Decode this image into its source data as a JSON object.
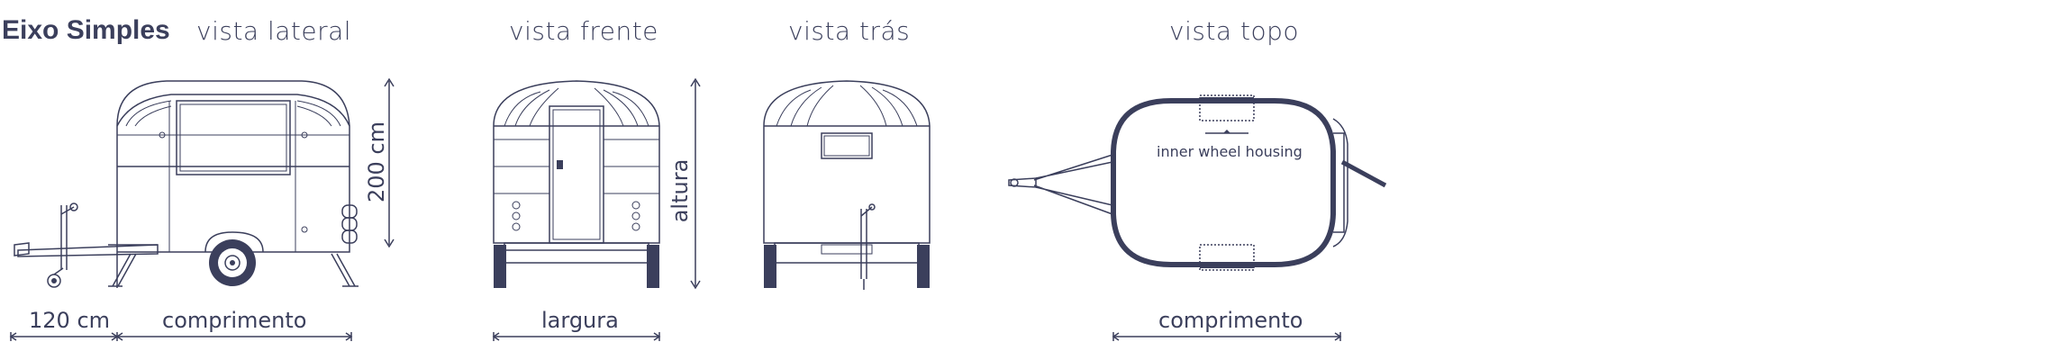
{
  "header": {
    "title": "Eixo Simples"
  },
  "views": {
    "side": "vista lateral",
    "front": "vista frente",
    "back": "vista trás",
    "top": "vista topo"
  },
  "dimensions": {
    "hitch_length": "120 cm",
    "length_side": "comprimento",
    "height_value": "200 cm",
    "width": "largura",
    "height": "altura",
    "length_top": "comprimento"
  },
  "annotations": {
    "wheel_housing": "inner wheel housing"
  }
}
